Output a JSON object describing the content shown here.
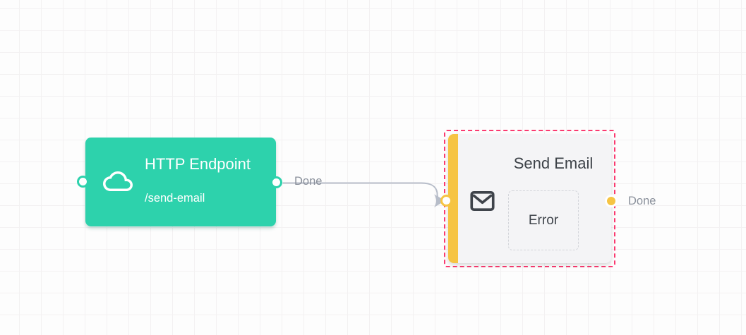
{
  "canvas": {
    "type": "workflow-editor-grid"
  },
  "colors": {
    "teal_node": "#2dd2ac",
    "amber_accent": "#f6c443",
    "selection_pink": "#fb3a70",
    "wire_gray": "#b7bdc9",
    "card_bg": "#f4f4f6",
    "label_gray": "#8a909b",
    "title_dark": "#3d4248"
  },
  "nodes": [
    {
      "id": "http-endpoint",
      "title": "HTTP Endpoint",
      "subtitle": "/send-email",
      "icon": "cloud-icon",
      "selected": false
    },
    {
      "id": "send-email",
      "title": "Send Email",
      "icon": "email-icon",
      "error_slot": "Error",
      "output_label": "Done",
      "selected": true
    }
  ],
  "connections": [
    {
      "from": "http-endpoint",
      "to": "send-email",
      "label": "Done"
    }
  ]
}
